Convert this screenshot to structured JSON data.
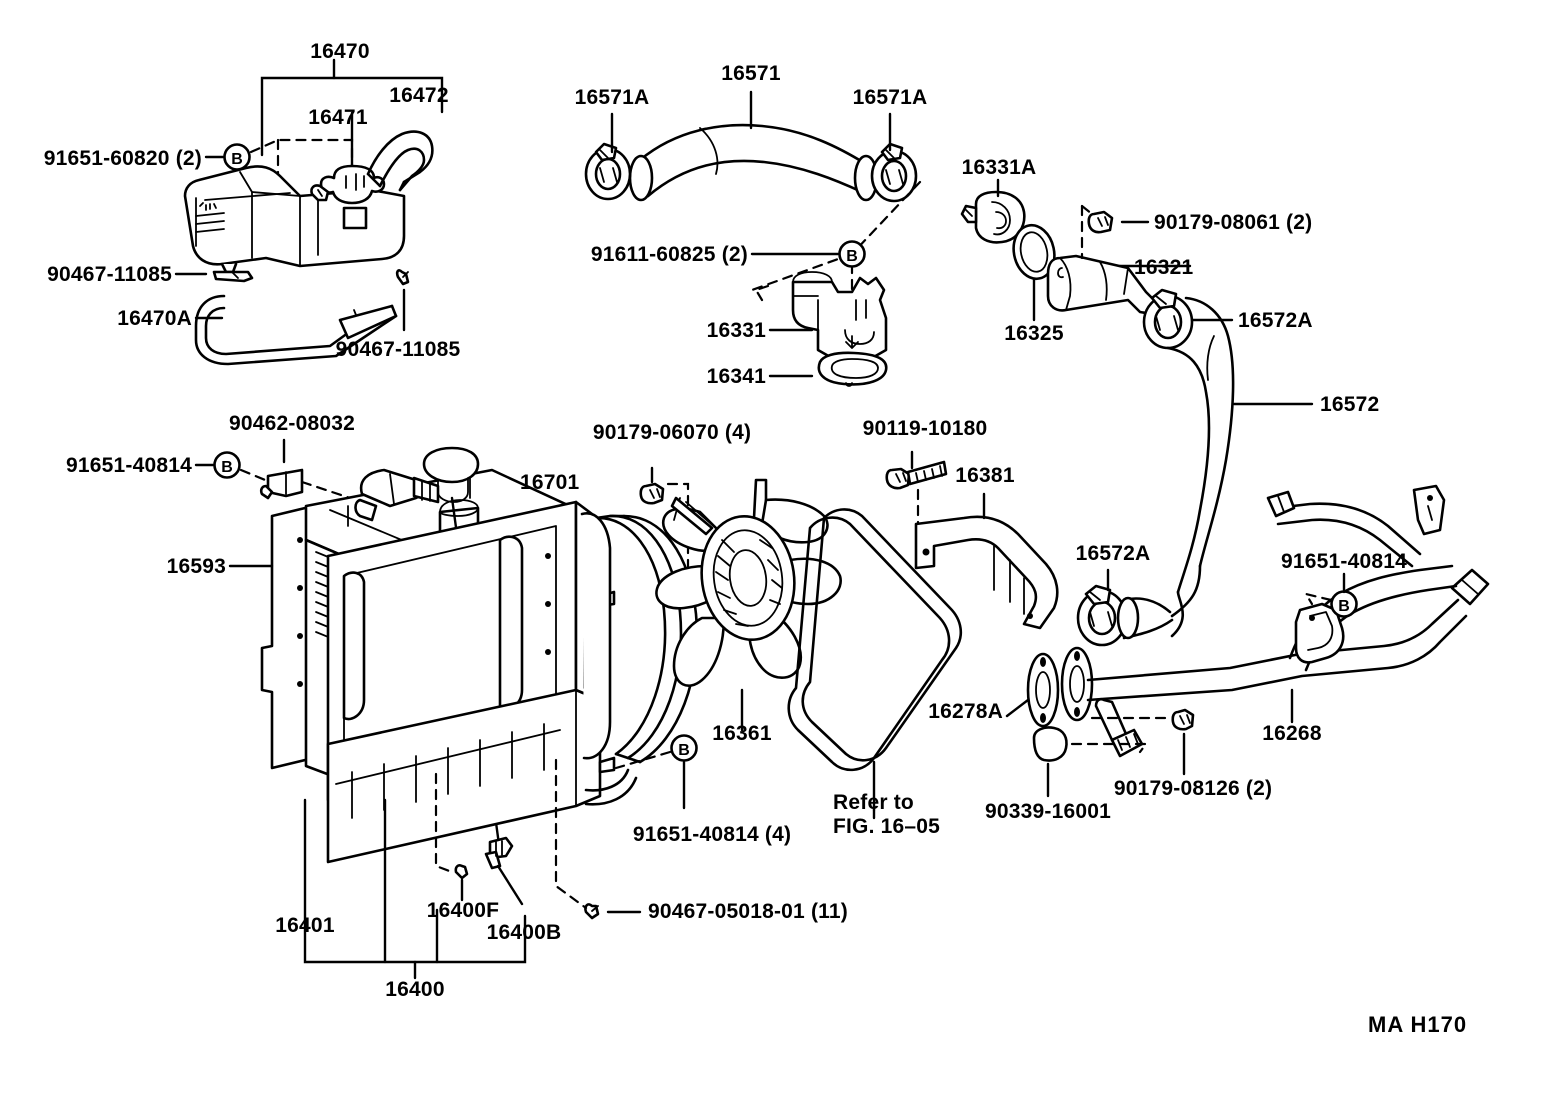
{
  "figure": {
    "id": "MA H170",
    "refer_note": "Refer to\nFIG. 16–05"
  },
  "labels": {
    "reservoir_group": "16470",
    "reservoir_cap": "16471",
    "reservoir_hose_top": "16472",
    "reservoir_bolt": "91651-60820 (2)",
    "reservoir_clip_upper": "90467-11085",
    "reservoir_hose": "16470A",
    "reservoir_clip_lower": "90467-11085",
    "water_hose_upper": "16571",
    "hose_clamp_left": "16571A",
    "hose_clamp_right": "16571A",
    "inlet_bolt": "91611-60825 (2)",
    "water_inlet": "16331",
    "water_inlet_gasket": "16341",
    "thermostat": "16331A",
    "thermostat_gasket": "16325",
    "water_outlet_pipe": "16321",
    "outlet_bolt": "90179-08061 (2)",
    "outlet_clamp": "16572A",
    "lower_hose": "16572",
    "support_bolt": "91651-40814",
    "support_clip": "90462-08032",
    "radiator_support": "16593",
    "fan_shroud": "16701",
    "fan_nut": "90179-06070 (4)",
    "fan": "16361",
    "idler_bolt": "90119-10180",
    "fan_bracket": "16381",
    "belt_ref": "16278A",
    "inlet_clamp_lower": "16572A",
    "pipe_bolt": "91651-40814",
    "water_by_pass_pipe": "16268",
    "pipe_plug": "90339-16001",
    "pipe_nut": "90179-08126 (2)",
    "shroud_bolt": "91651-40814 (4)",
    "radiator": "16400",
    "radiator_core": "16401",
    "drain_cock": "16400F",
    "radiator_cap": "16400B",
    "radiator_grommet": "90467-05018-01 (11)"
  },
  "colors": {
    "ink": "#000000",
    "paper": "#ffffff"
  }
}
